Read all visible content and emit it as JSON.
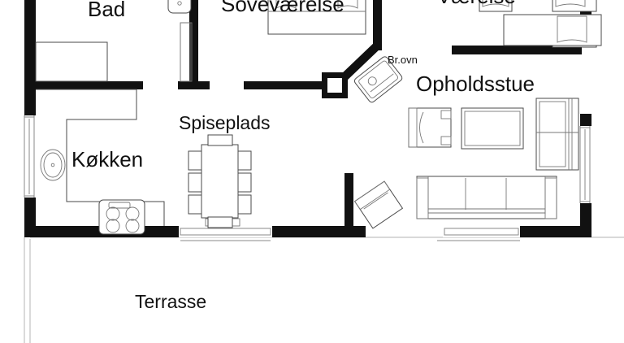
{
  "document": {
    "type": "architectural-floor-plan",
    "style": "black-and-white line drawing",
    "language": "Danish"
  },
  "colors": {
    "wall": "#111111",
    "furniture_line": "#555555",
    "text": "#111111",
    "background": "#ffffff",
    "terrace_line": "#bbbbbb"
  },
  "room_labels": {
    "bathroom": "Bad",
    "bedroom_main": "Soveværelse",
    "bedroom_second": "Værelse",
    "living_room": "Opholdsstue",
    "dining_area": "Spiseplads",
    "kitchen": "Køkken",
    "terrace": "Terrasse",
    "wood_stove": "Br.ovn"
  },
  "fixtures": [
    {
      "name": "toilet",
      "room": "Bad"
    },
    {
      "name": "sink",
      "room": "Bad"
    },
    {
      "name": "bathtub",
      "room": "Bad"
    },
    {
      "name": "double-bed",
      "room": "Soveværelse"
    },
    {
      "name": "double-bed",
      "room": "Værelse"
    },
    {
      "name": "single-bed",
      "room": "Værelse"
    },
    {
      "name": "wood-burning-stove",
      "room": "Opholdsstue"
    },
    {
      "name": "armchair",
      "room": "Opholdsstue"
    },
    {
      "name": "coffee-table",
      "room": "Opholdsstue"
    },
    {
      "name": "cabinet",
      "room": "Opholdsstue"
    },
    {
      "name": "sofa",
      "room": "Opholdsstue"
    },
    {
      "name": "armchair-angled",
      "room": "Opholdsstue"
    },
    {
      "name": "dining-table",
      "room": "Spiseplads"
    },
    {
      "name": "dining-chair",
      "room": "Spiseplads",
      "count": 6
    },
    {
      "name": "cooktop",
      "room": "Køkken"
    },
    {
      "name": "kitchen-counter",
      "room": "Køkken"
    },
    {
      "name": "round-sink",
      "room": "Køkken"
    }
  ],
  "openings": [
    {
      "name": "terrace-door-dining",
      "type": "sliding-door"
    },
    {
      "name": "terrace-door-living",
      "type": "sliding-door"
    },
    {
      "name": "window-kitchen-west",
      "type": "window"
    },
    {
      "name": "window-living-east",
      "type": "window"
    },
    {
      "name": "window-bedroom-east",
      "type": "window"
    },
    {
      "name": "doorway-kitchen-bath",
      "type": "doorway"
    },
    {
      "name": "doorway-hall-living",
      "type": "doorway"
    }
  ]
}
